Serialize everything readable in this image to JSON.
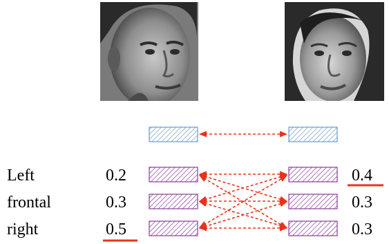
{
  "images": {
    "left_face": {
      "icon": "male-face-photo"
    },
    "right_face": {
      "icon": "female-face-photo"
    }
  },
  "pose_labels": [
    "Left",
    "frontal",
    "right"
  ],
  "left_values": [
    "0.2",
    "0.3",
    "0.5"
  ],
  "right_values": [
    "0.4",
    "0.3",
    "0.3"
  ],
  "highlighted": {
    "left_index": 2,
    "right_index": 0
  },
  "colors": {
    "arrow": "#e8331c",
    "underline": "#e8331c",
    "global_box_stroke": "#6a9ac8",
    "global_box_hatch": "#6a9ac8",
    "pose_box_stroke": "#8a3a9a",
    "pose_box_hatch": "#8a3a9a"
  }
}
